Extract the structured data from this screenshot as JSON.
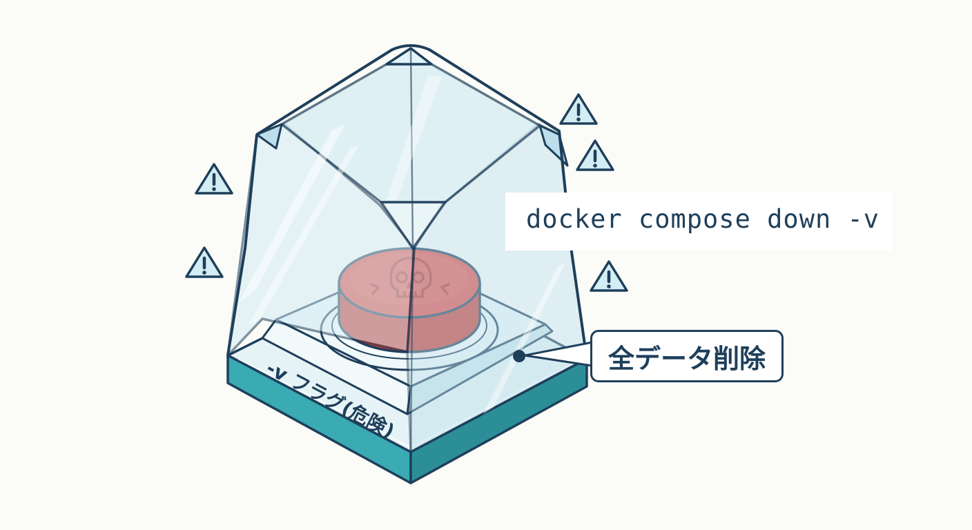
{
  "command": {
    "text": "docker compose down -v"
  },
  "callout": {
    "text": "全データ削除"
  },
  "base": {
    "label": "-v フラグ(危険)"
  },
  "icons": {
    "warning": "warning-triangle-icon",
    "button": "skull-icon"
  },
  "colors": {
    "outline": "#1e3f5a",
    "glass": "#d4ecf4",
    "glass_dark": "#bfe0ec",
    "button_red": "#e04a42",
    "button_side": "#c73a33",
    "base_teal": "#3aaab3",
    "base_teal_dark": "#2c8f98",
    "warning_fill": "#d4ecf4"
  }
}
